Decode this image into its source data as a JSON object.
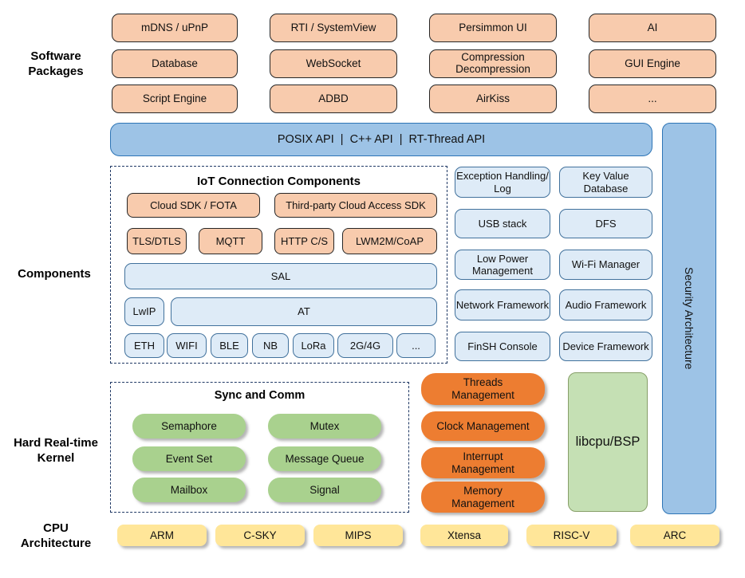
{
  "palette": {
    "package_fill": "#F8CBAD",
    "api_bar_fill": "#9DC3E6",
    "component_fill": "#DEEBF7",
    "component_border": "#41719C",
    "dash_border": "#1F3864",
    "kernel_pill_fill": "#ED7D31",
    "sync_pill_fill": "#A9D18E",
    "libcpu_fill": "#C5E0B4",
    "cpu_fill": "#FFE699"
  },
  "side_labels": {
    "software": "Software Packages",
    "components": "Components",
    "kernel": "Hard Real-time Kernel",
    "cpu": "CPU Architecture"
  },
  "software_packages": {
    "rows": [
      [
        "mDNS / uPnP",
        "RTI / SystemView",
        "Persimmon UI",
        "AI"
      ],
      [
        "Database",
        "WebSocket",
        "Compression Decompression",
        "GUI Engine"
      ],
      [
        "Script Engine",
        "ADBD",
        "AirKiss",
        "..."
      ]
    ]
  },
  "api_bar": {
    "label": "POSIX API  |  C++ API  |  RT-Thread API"
  },
  "security_bar": {
    "label": "Security Architecture"
  },
  "iot": {
    "title": "IoT Connection Components",
    "cloud_sdk": "Cloud SDK / FOTA",
    "third_party": "Third-party Cloud Access SDK",
    "protocols": [
      "TLS/DTLS",
      "MQTT",
      "HTTP C/S",
      "LWM2M/CoAP"
    ],
    "sal": "SAL",
    "lwip": "LwIP",
    "at": "AT",
    "links": [
      "ETH",
      "WIFI",
      "BLE",
      "NB",
      "LoRa",
      "2G/4G",
      "..."
    ]
  },
  "component_grid": {
    "rows": [
      [
        "Exception Handling/ Log",
        "Key Value Database"
      ],
      [
        "USB stack",
        "DFS"
      ],
      [
        "Low Power Management",
        "Wi-Fi Manager"
      ],
      [
        "Network Framework",
        "Audio Framework"
      ],
      [
        "FinSH Console",
        "Device Framework"
      ]
    ]
  },
  "sync_comm": {
    "title": "Sync and Comm",
    "rows": [
      [
        "Semaphore",
        "Mutex"
      ],
      [
        "Event Set",
        "Message Queue"
      ],
      [
        "Mailbox",
        "Signal"
      ]
    ]
  },
  "kernel_mgmt": [
    "Threads Management",
    "Clock Management",
    "Interrupt Management",
    "Memory Management"
  ],
  "libcpu": {
    "label": "libcpu/BSP"
  },
  "cpu_arch": [
    "ARM",
    "C-SKY",
    "MIPS",
    "Xtensa",
    "RISC-V",
    "ARC"
  ]
}
